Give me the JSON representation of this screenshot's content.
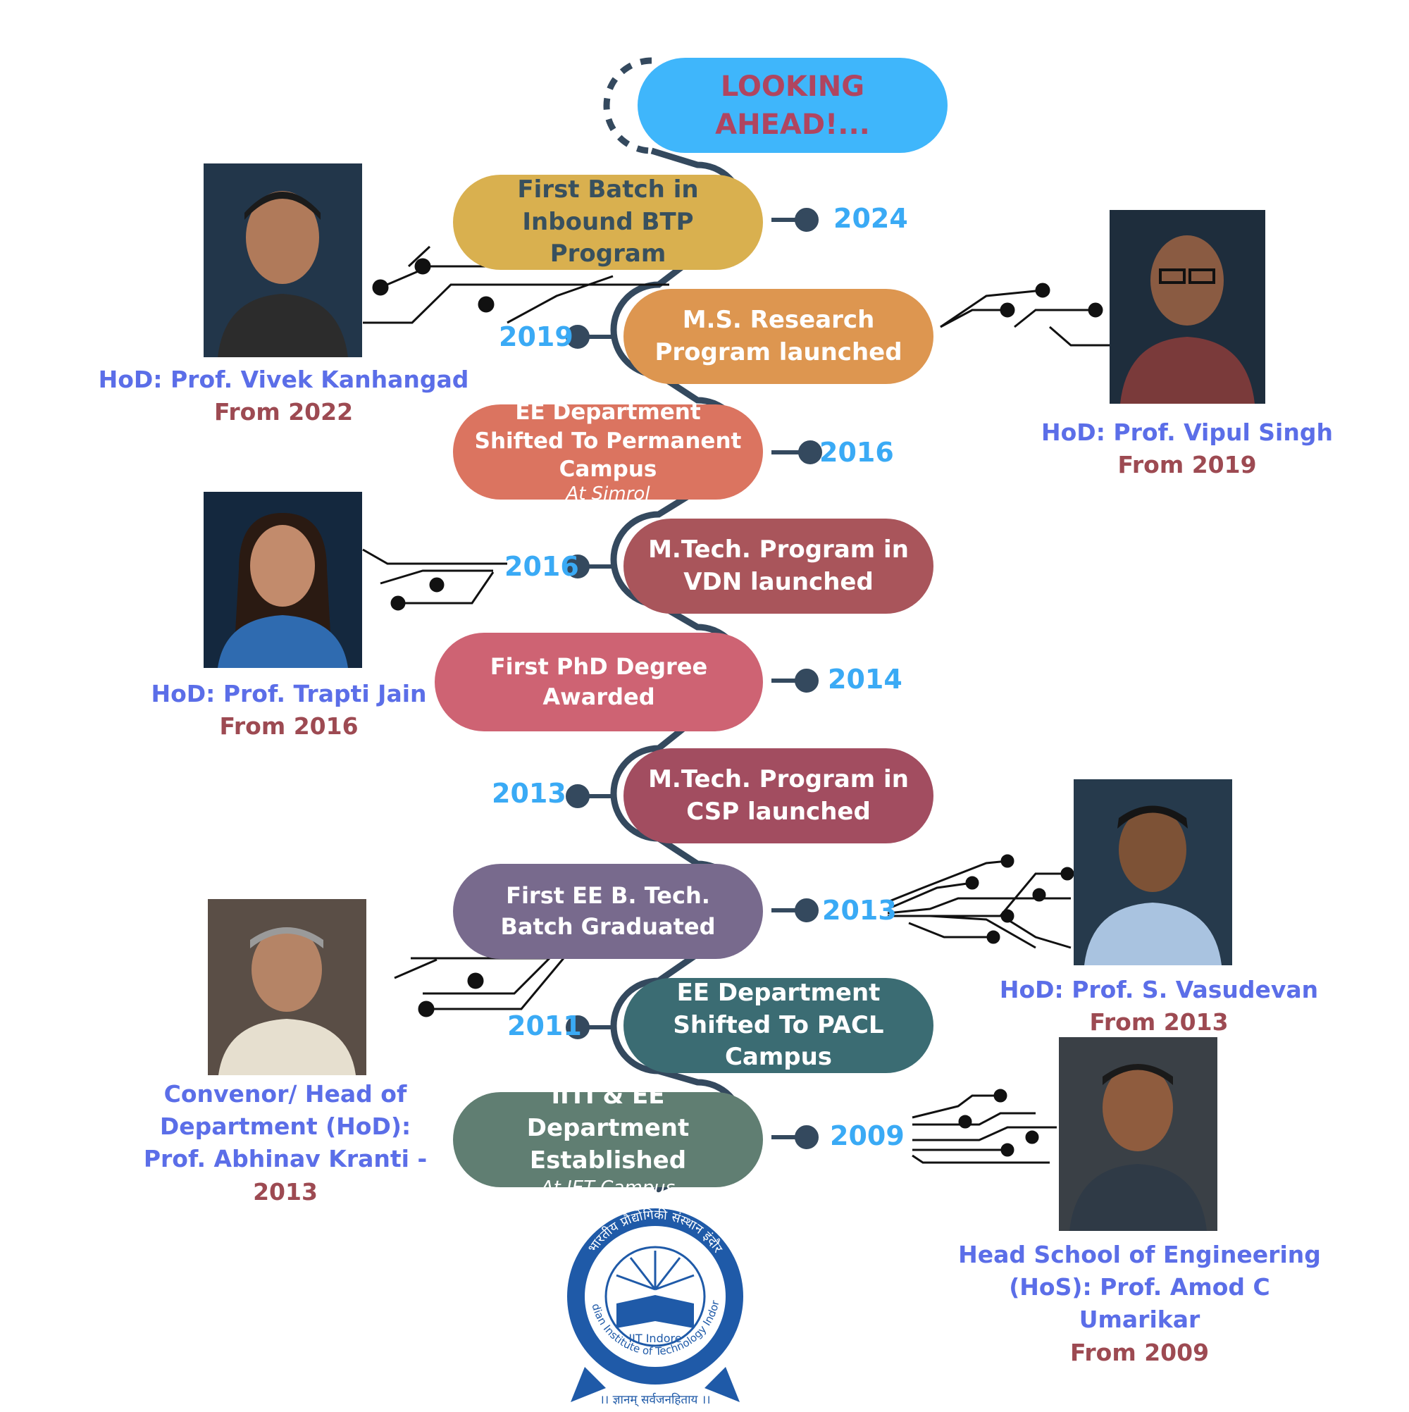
{
  "header": {
    "label": "LOOKING AHEAD!..."
  },
  "milestones": [
    {
      "label": "First Batch in Inbound BTP Program",
      "sub": "",
      "year": "2024",
      "color": "#d9b04f"
    },
    {
      "label": "M.S. Research Program launched",
      "sub": "",
      "year": "2019",
      "color": "#dd9650"
    },
    {
      "label": "EE Department Shifted To Permanent Campus",
      "sub": "At Simrol",
      "year": "2016",
      "color": "#db7460"
    },
    {
      "label": "M.Tech. Program in VDN launched",
      "sub": "",
      "year": "2016",
      "color": "#a9555b"
    },
    {
      "label": "First PhD Degree Awarded",
      "sub": "",
      "year": "2014",
      "color": "#ce6373"
    },
    {
      "label": "M.Tech. Program in CSP launched",
      "sub": "",
      "year": "2013",
      "color": "#a24d60"
    },
    {
      "label": "First EE B. Tech.  Batch Graduated",
      "sub": "",
      "year": "2013",
      "color": "#786a8d"
    },
    {
      "label": "EE Department Shifted To PACL Campus",
      "sub": "",
      "year": "2011",
      "color": "#3b6c73"
    },
    {
      "label": "IITI & EE Department Established",
      "sub": "At IET Campus",
      "year": "2009",
      "color": "#607e72"
    }
  ],
  "people": [
    {
      "name": "HoD: Prof. Vivek Kanhangad",
      "since": "From 2022"
    },
    {
      "name": "HoD: Prof. Vipul Singh",
      "since": "From 2019"
    },
    {
      "name": "HoD: Prof. Trapti Jain",
      "since": "From 2016"
    },
    {
      "name": "HoD: Prof. S. Vasudevan",
      "since": "From 2013"
    },
    {
      "name_line1": "Convenor/ Head of",
      "name_line2": "Department (HoD):",
      "name_line3": "Prof. Abhinav Kranti - ",
      "since": "2013"
    },
    {
      "name_line1": "Head School of Engineering",
      "name_line2": "(HoS): Prof. Amod C Umarikar",
      "since": "From 2009"
    }
  ],
  "logo": {
    "hindi_top": "भारतीय प्रौद्योगिकी संस्थान इंदौर",
    "english_ring": "Indian Institute of Technology Indore",
    "book_label": "IIT Indore",
    "motto": "।। ज्ञानम् सर्वजनहिताय ।।"
  },
  "colors": {
    "header": "#3fb6fb",
    "header_text": "#b04560",
    "year": "#3aaaf5",
    "road": "#34495e",
    "name": "#5b6ee8",
    "since": "#9d4a52"
  }
}
